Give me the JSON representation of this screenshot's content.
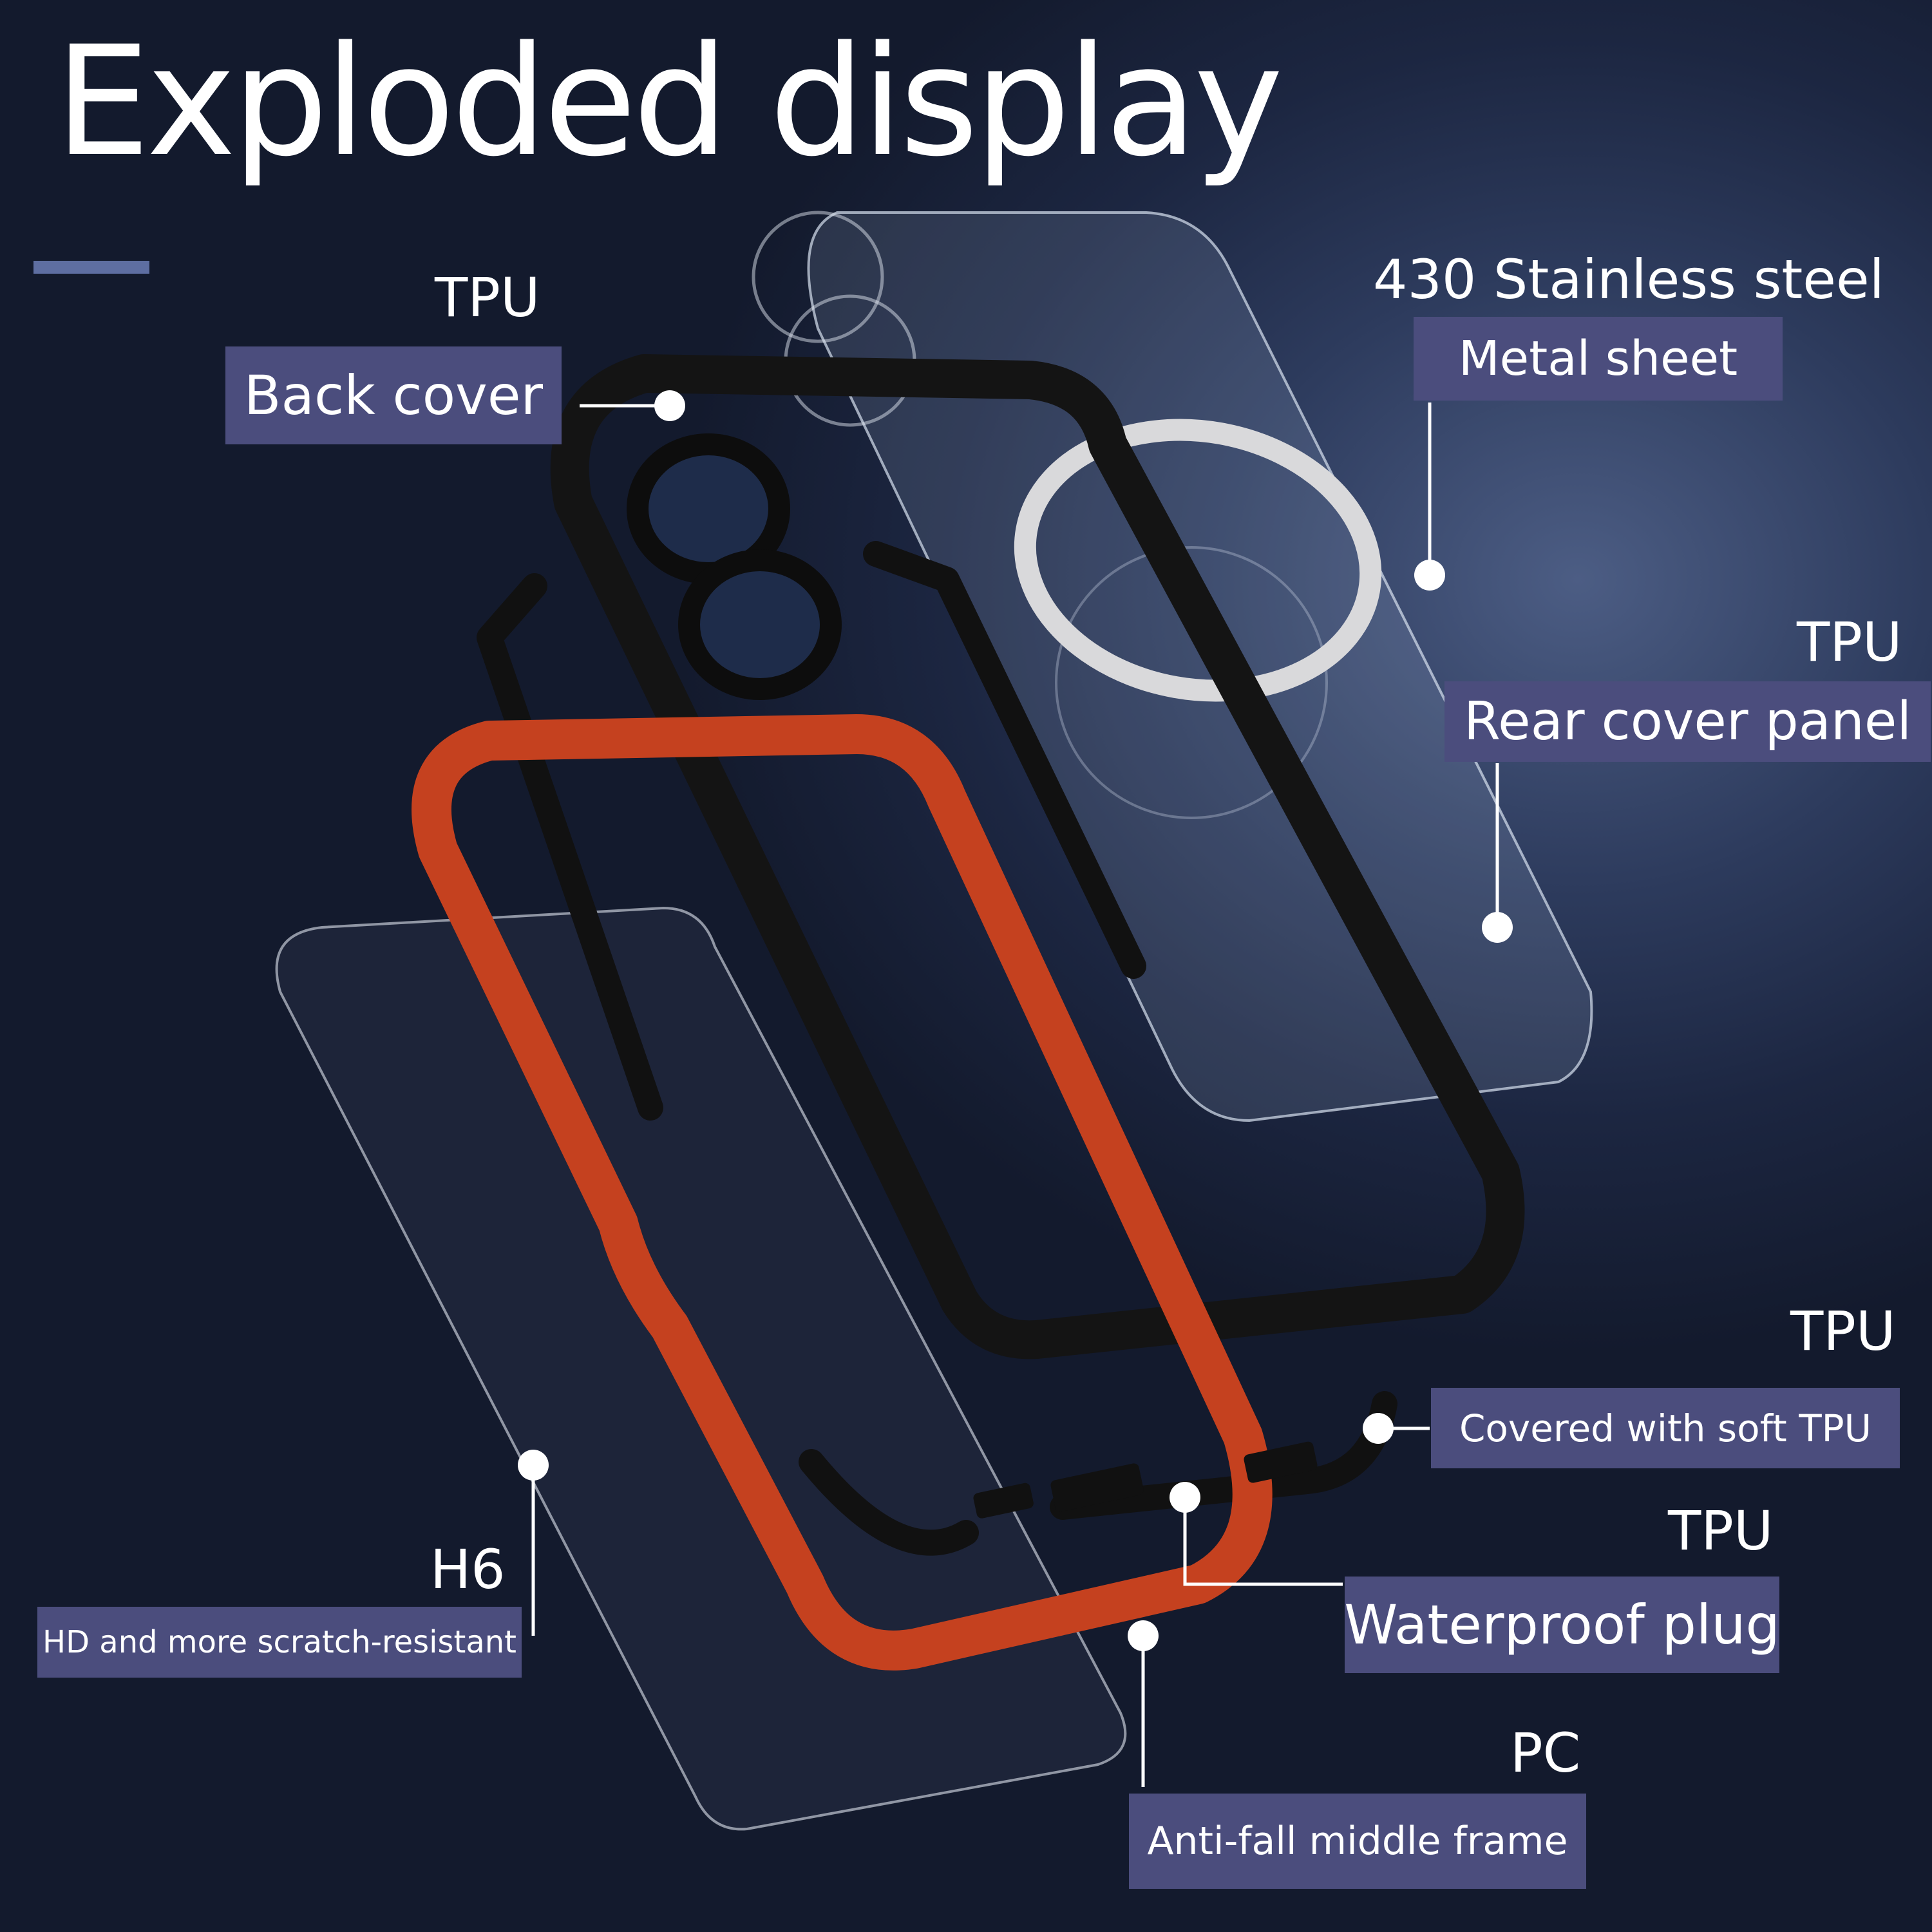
{
  "title": "Exploded display",
  "annotations": [
    {
      "material": "TPU",
      "label": "Back cover"
    },
    {
      "material": "430 Stainless steel",
      "label": "Metal sheet"
    },
    {
      "material": "TPU",
      "label": "Rear cover panel"
    },
    {
      "material": "TPU",
      "label": "Covered with soft TPU"
    },
    {
      "material": "TPU",
      "label": "Waterproof plug"
    },
    {
      "material": "H6",
      "label": "HD and more scratch-resistant"
    },
    {
      "material": "PC",
      "label": "Anti-fall middle frame"
    }
  ],
  "colors": {
    "label_bg": "#4b4d7d",
    "middle_frame": "#c5411f",
    "back_frame": "#141414"
  }
}
